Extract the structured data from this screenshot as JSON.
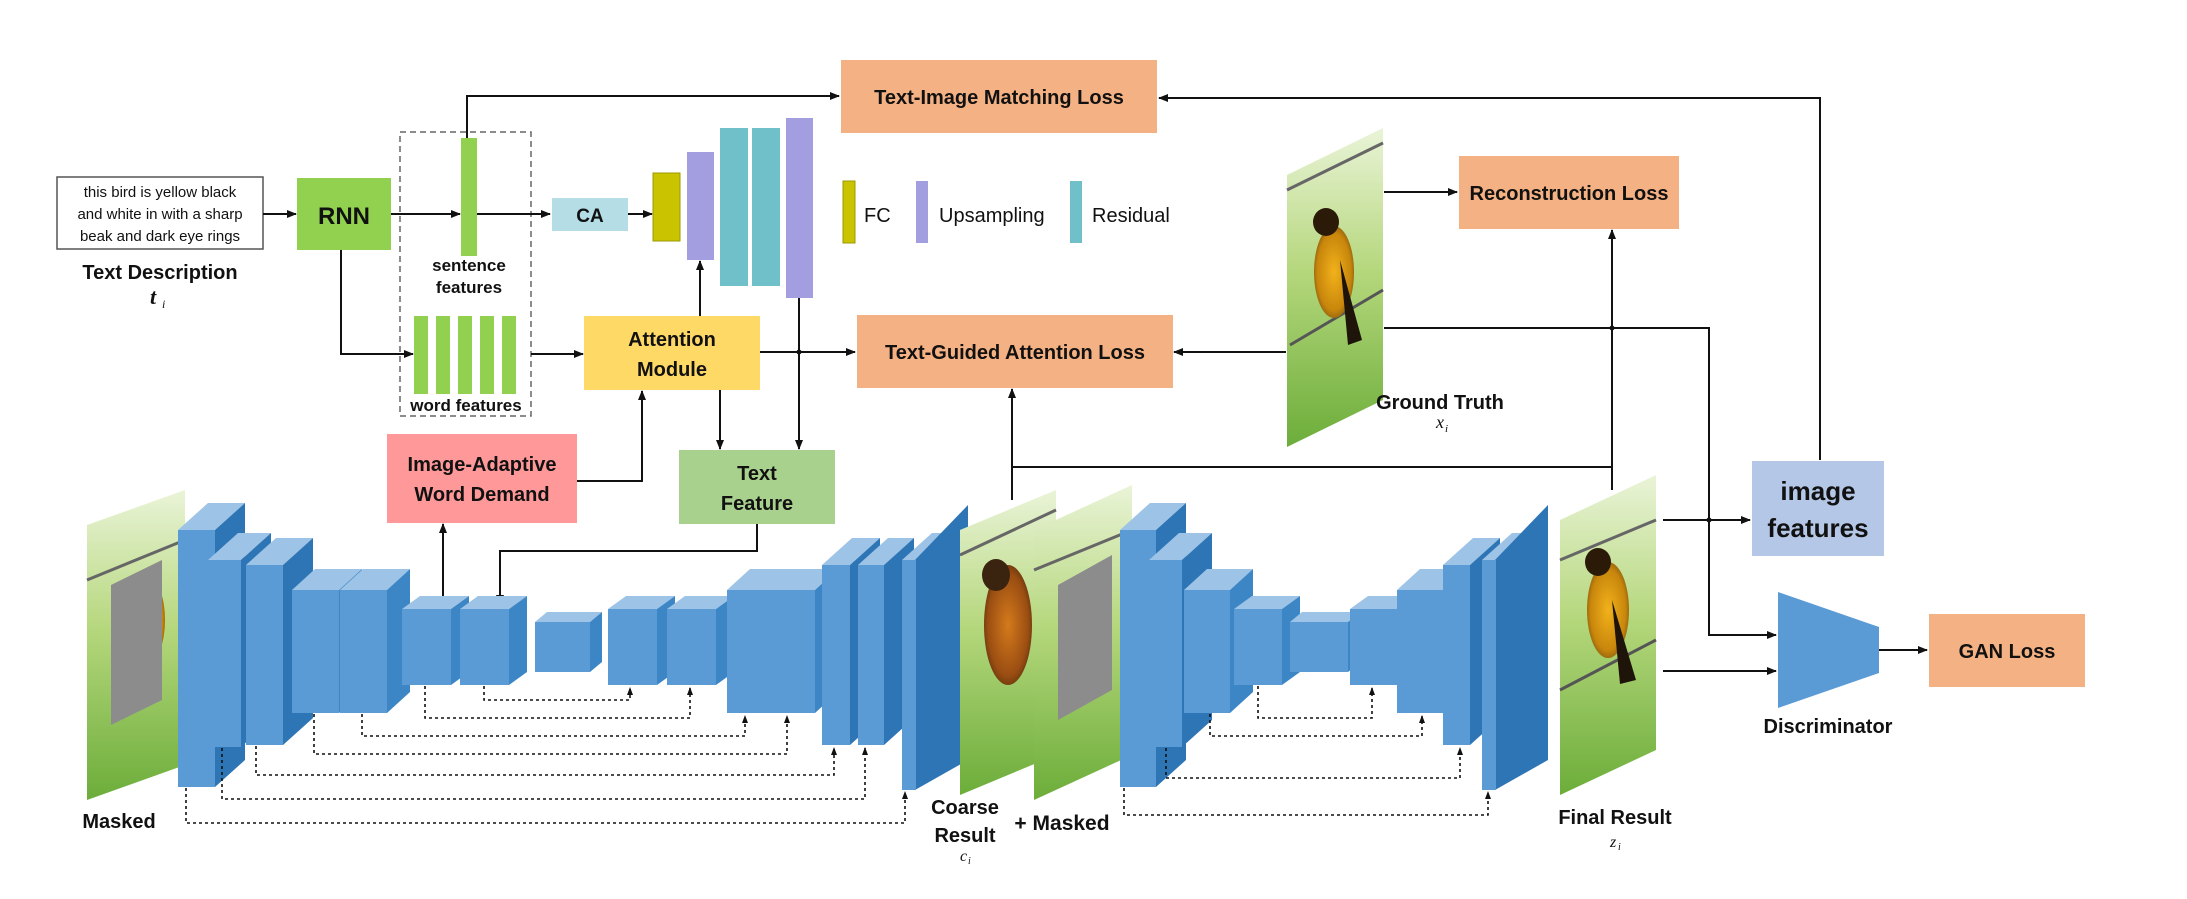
{
  "text_description": {
    "lines": [
      "this bird is yellow black",
      "and white in with a sharp",
      "beak and dark eye rings"
    ],
    "label": "Text Description",
    "symbol": "t",
    "subscript": "i"
  },
  "rnn": {
    "label": "RNN"
  },
  "features": {
    "sentence_lines": [
      "sentence",
      "features"
    ],
    "word": "word features"
  },
  "ca": {
    "label": "CA"
  },
  "legend": {
    "fc": "FC",
    "upsampling": "Upsampling",
    "residual": "Residual"
  },
  "attention_module": {
    "lines": [
      "Attention",
      "Module"
    ]
  },
  "image_adaptive": {
    "lines": [
      "Image-Adaptive",
      "Word Demand"
    ]
  },
  "text_feature": {
    "lines": [
      "Text",
      "Feature"
    ]
  },
  "losses": {
    "text_image_matching": "Text-Image Matching Loss",
    "reconstruction": "Reconstruction Loss",
    "text_guided_attention": "Text-Guided Attention Loss",
    "gan": "GAN Loss"
  },
  "ground_truth": {
    "label": "Ground Truth",
    "symbol": "x",
    "subscript": "i"
  },
  "image_features": {
    "lines": [
      "image",
      "features"
    ]
  },
  "discriminator": {
    "label": "Discriminator"
  },
  "masked_left": {
    "label": "Masked"
  },
  "coarse_result": {
    "lines": [
      "Coarse",
      "Result"
    ],
    "symbol": "c",
    "subscript": "i"
  },
  "masked_mid": {
    "label": "+ Masked"
  },
  "final_result": {
    "label": "Final Result",
    "symbol": "z",
    "subscript": "i"
  },
  "colors": {
    "loss_orange": "#f4b183",
    "rnn_green": "#92d050",
    "attention_yellow": "#ffd966",
    "image_adaptive_red": "#ff9999",
    "text_feature_green": "#a9d18e",
    "ca_cyan": "#b4dde6",
    "fc_olive": "#c9c300",
    "upsampling_purple": "#a39ee0",
    "residual_teal": "#6fc0c8",
    "image_features_blue": "#b4c7e7",
    "net_blue": "#5b9bd5",
    "net_blue_dark": "#2e75b6",
    "net_blue_light": "#9dc3e6",
    "discriminator_blue": "#5b9bd5"
  }
}
